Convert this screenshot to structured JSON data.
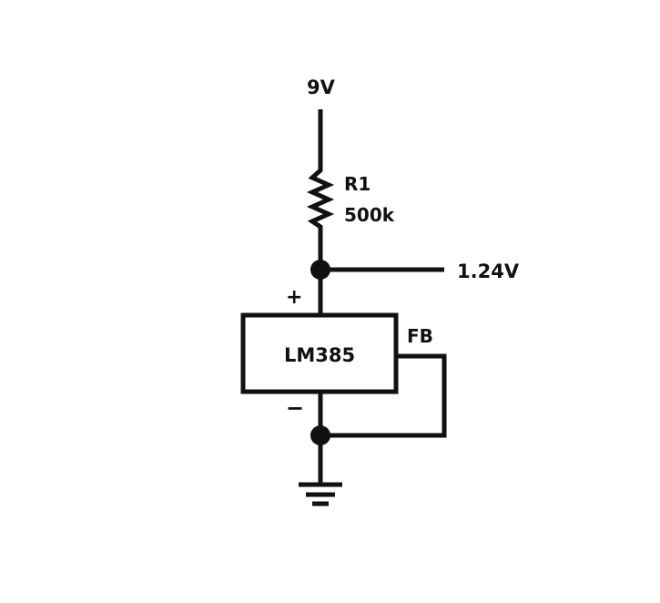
{
  "supply": {
    "label": "9V"
  },
  "resistor": {
    "ref": "R1",
    "value": "500k"
  },
  "output": {
    "label": "1.24V"
  },
  "device": {
    "name": "LM385",
    "plus_label": "+",
    "minus_label": "−",
    "fb_label": "FB"
  },
  "colors": {
    "ink": "#111111",
    "background": "#ffffff"
  }
}
